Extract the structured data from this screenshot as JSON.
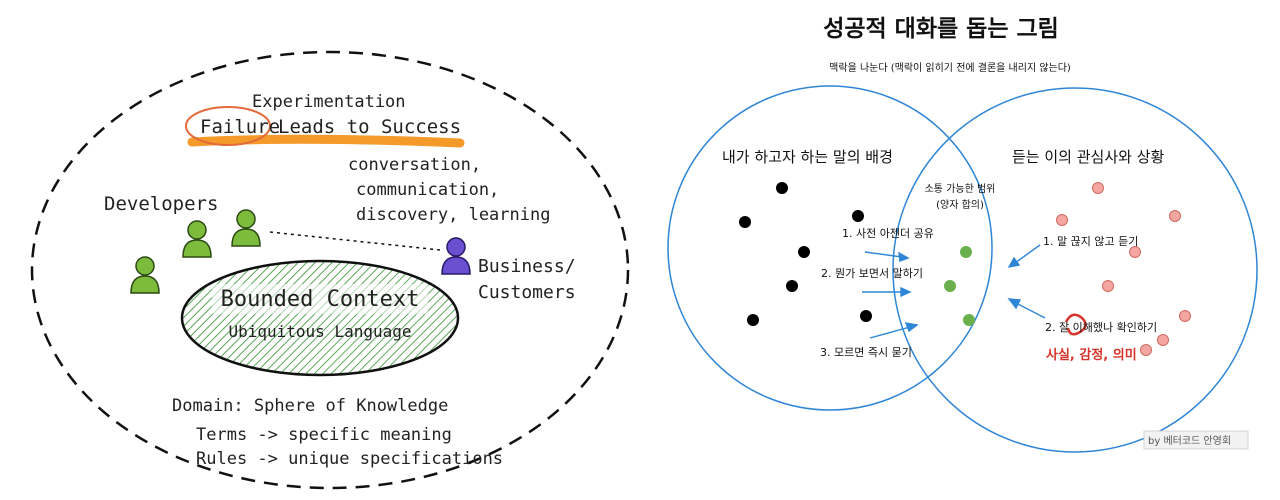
{
  "left": {
    "experimentation": "Experimentation",
    "failure": "Failure",
    "leads_to_success": "Leads to Success",
    "conversation_lines": [
      "conversation,",
      "communication,",
      "discovery, learning"
    ],
    "developers": "Developers",
    "business_lines": [
      "Business/",
      "Customers"
    ],
    "bounded_context": "Bounded Context",
    "ubiquitous_language": "Ubiquitous Language",
    "domain": "Domain: Sphere of Knowledge",
    "terms": "Terms -> specific meaning",
    "rules": "Rules -> unique specifications",
    "colors": {
      "developer": "#7dbb3c",
      "business": "#6a4fd0",
      "highlight": "#f39a2a",
      "circle_mark": "#e36a3a",
      "hatch": "#5aa85a"
    }
  },
  "right": {
    "title": "성공적 대화를 돕는 그림",
    "subtitle": "맥락을 나눈다 (맥락이 읽히기 전에 결론을 내리지 않는다)",
    "left_circle_label": "내가 하고자 하는 말의 배경",
    "right_circle_label": "듣는 이의 관심사와 상황",
    "middle_label": [
      "소통 가능한 범위",
      "(양자 합의)"
    ],
    "left_steps": [
      "1. 사전 아젠더 공유",
      "2. 뭔가 보면서 말하기",
      "3. 모르면 즉시 묻기"
    ],
    "right_steps": [
      "1. 말 끊지 않고 듣기",
      "2. 잘 이해했나 확인하기"
    ],
    "right_emphasis": "사실, 감정, 의미",
    "credit": "by 베터코드 안영회",
    "colors": {
      "circle": "#2f86d6",
      "black_dot": "#000000",
      "green_dot": "#6ab04c",
      "pink_dot": "#f4a6a0",
      "emphasis": "#d6342a"
    }
  }
}
